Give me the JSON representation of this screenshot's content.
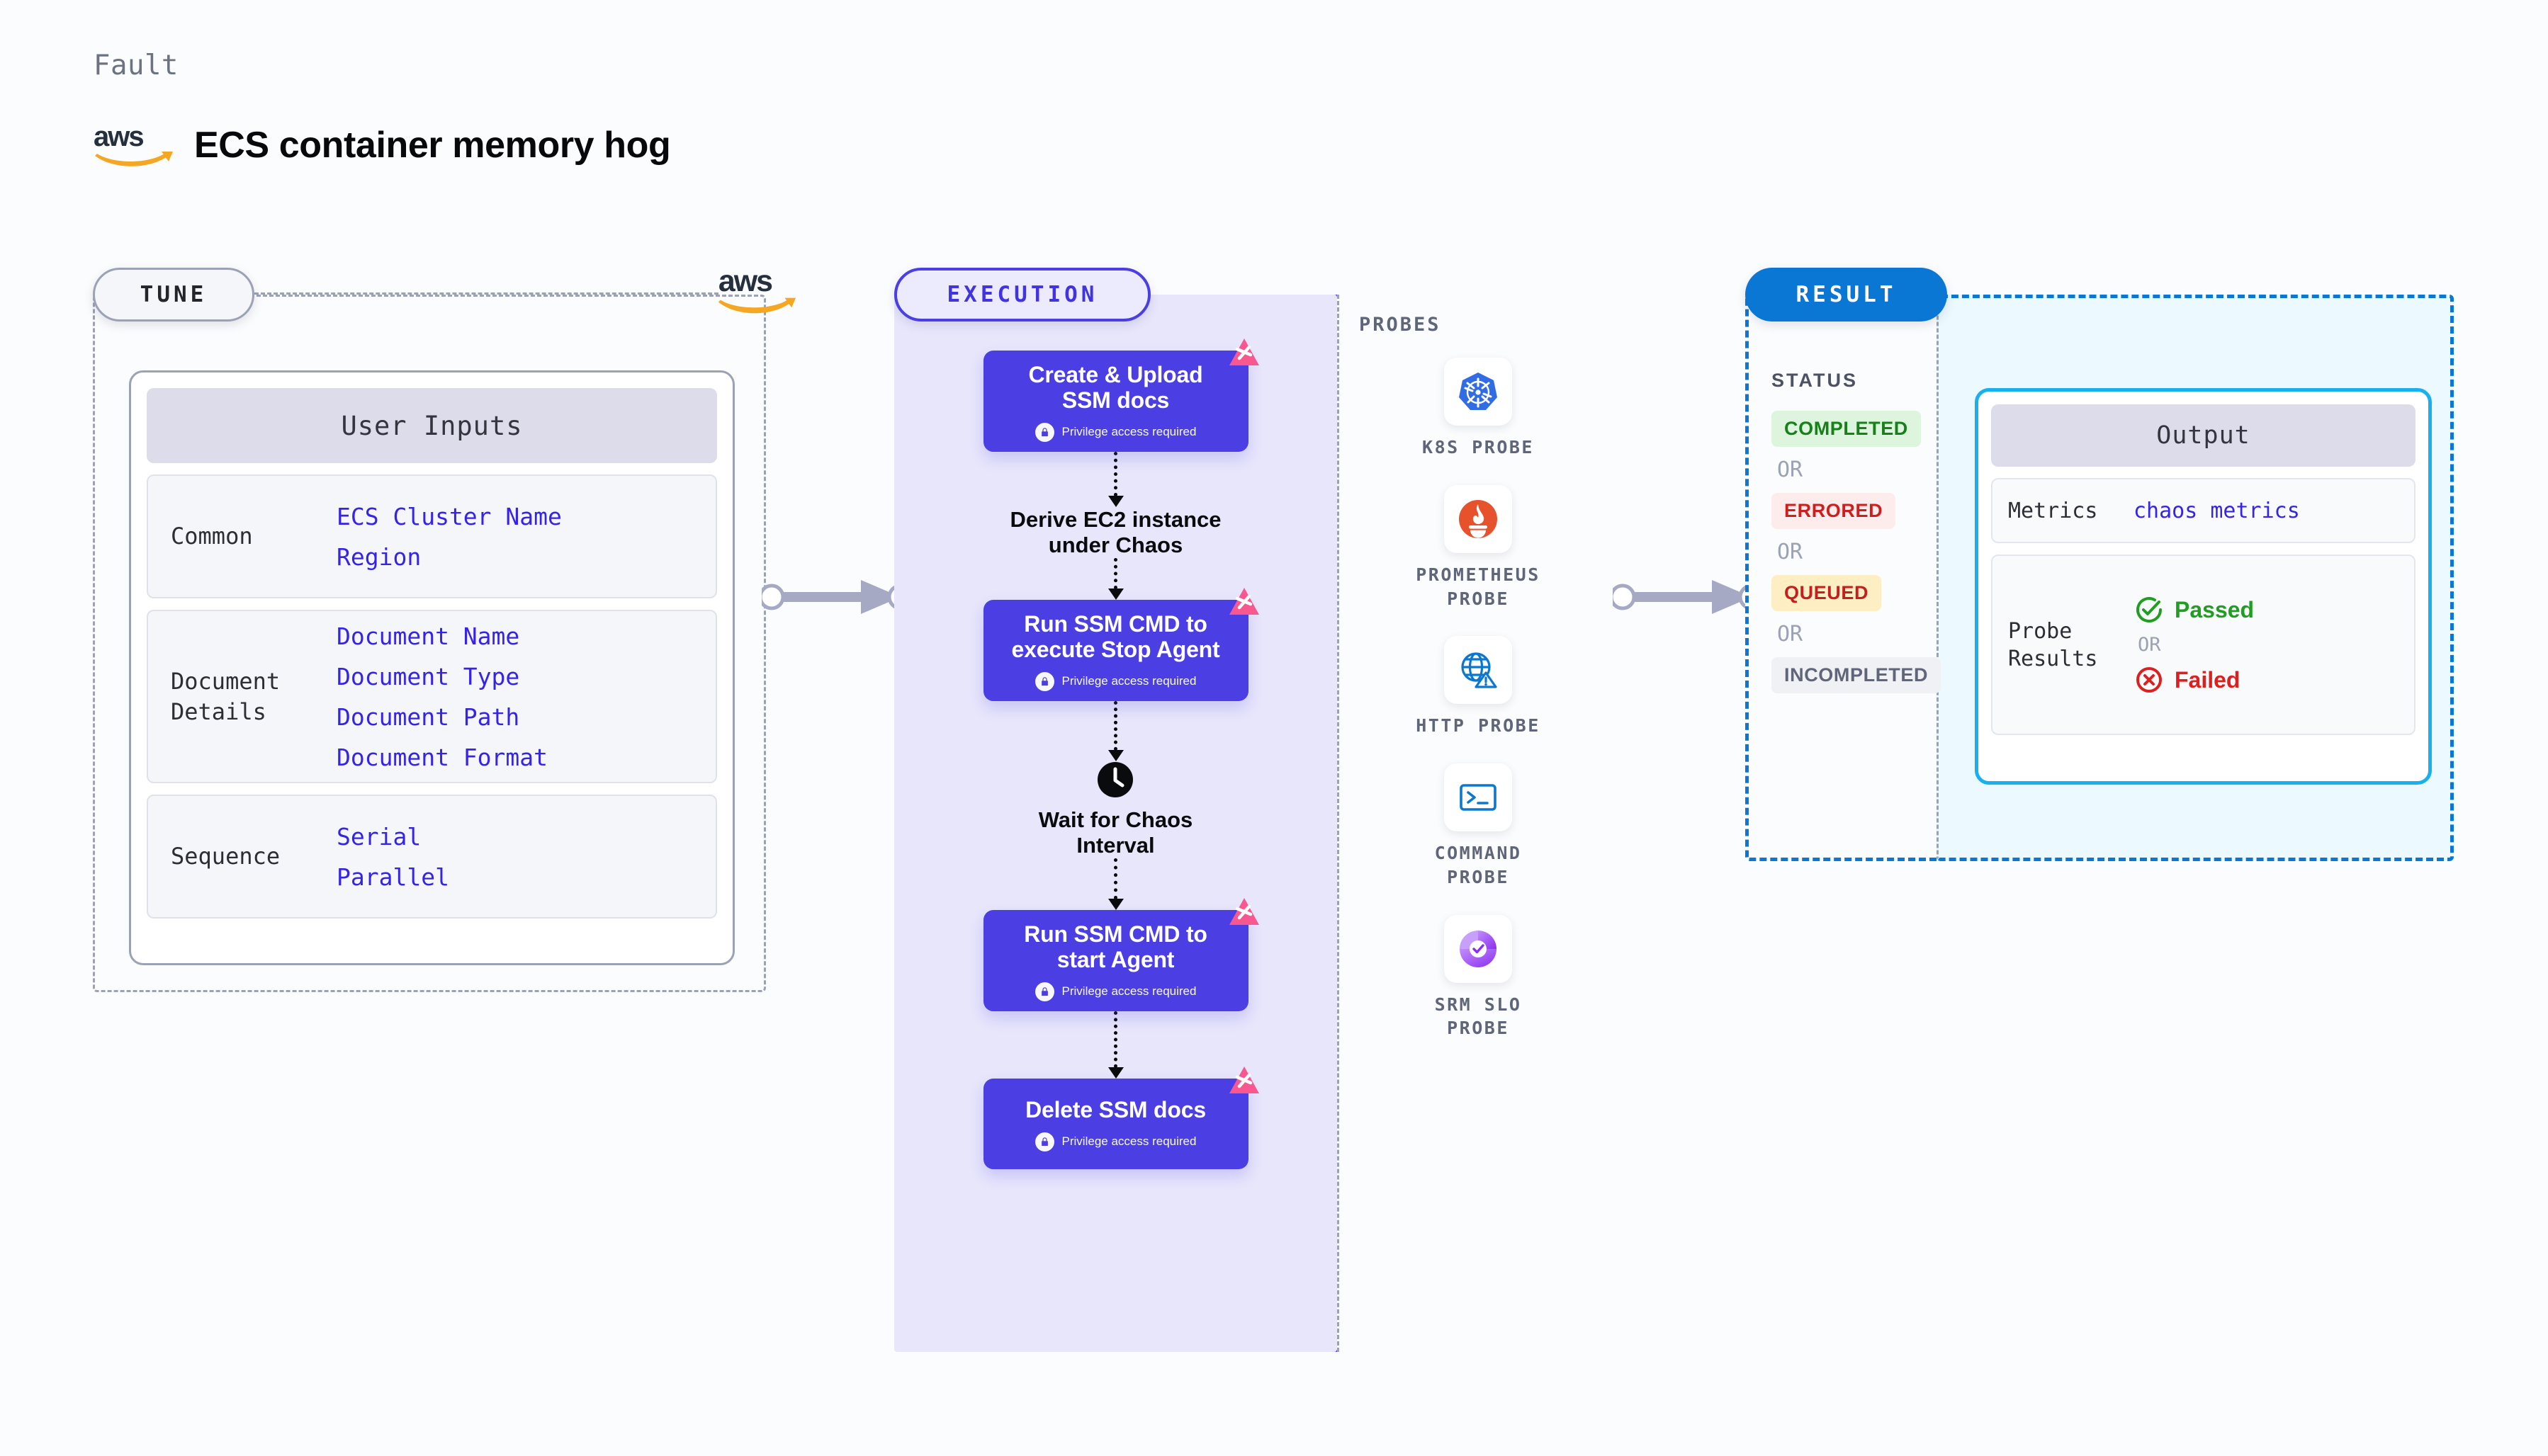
{
  "header": {
    "kicker": "Fault",
    "title": "ECS container memory hog",
    "logo_icon": "aws-logo"
  },
  "tune": {
    "pill_label": "TUNE",
    "aws_icon": "aws-logo",
    "card": {
      "header": "User Inputs",
      "rows": [
        {
          "label": "Common",
          "values": [
            "ECS Cluster Name",
            "Region"
          ]
        },
        {
          "label": "Document\nDetails",
          "values": [
            "Document Name",
            "Document Type",
            "Document Path",
            "Document Format"
          ]
        },
        {
          "label": "Sequence",
          "values": [
            "Serial",
            "Parallel"
          ]
        }
      ]
    }
  },
  "execution": {
    "pill_label": "EXECUTION",
    "privilege_text": "Privilege access required",
    "lock_icon": "lock-icon",
    "litmus_icon": "litmus-badge-icon",
    "clock_icon": "clock-icon",
    "nodes": [
      {
        "type": "task",
        "title": "Create & Upload\nSSM docs"
      },
      {
        "type": "plain",
        "title": "Derive EC2 instance\nunder Chaos"
      },
      {
        "type": "task",
        "title": "Run SSM CMD to\nexecute Stop Agent"
      },
      {
        "type": "wait",
        "title": "Wait for Chaos\nInterval"
      },
      {
        "type": "task",
        "title": "Run SSM CMD to\nstart Agent"
      },
      {
        "type": "task",
        "title": "Delete SSM docs"
      }
    ]
  },
  "probes": {
    "section_label": "PROBES",
    "items": [
      {
        "name": "K8S PROBE",
        "icon": "kubernetes-icon"
      },
      {
        "name": "PROMETHEUS\nPROBE",
        "icon": "prometheus-icon"
      },
      {
        "name": "HTTP PROBE",
        "icon": "http-globe-icon"
      },
      {
        "name": "COMMAND\nPROBE",
        "icon": "terminal-icon"
      },
      {
        "name": "SRM SLO\nPROBE",
        "icon": "srm-slo-icon"
      }
    ]
  },
  "result": {
    "pill_label": "RESULT",
    "status_label": "STATUS",
    "or_label": "OR",
    "statuses": [
      {
        "label": "COMPLETED",
        "style": "st-completed"
      },
      {
        "label": "ERRORED",
        "style": "st-errored"
      },
      {
        "label": "QUEUED",
        "style": "st-queued"
      },
      {
        "label": "INCOMPLETED",
        "style": "st-incomplete"
      }
    ],
    "output": {
      "header": "Output",
      "metrics_label": "Metrics",
      "metrics_value": "chaos metrics",
      "probe_results_label": "Probe\nResults",
      "passed_label": "Passed",
      "failed_label": "Failed",
      "or_label": "OR",
      "pass_icon": "check-circle-icon",
      "fail_icon": "x-circle-icon"
    }
  },
  "colors": {
    "indigo": "#4b3fe4",
    "value_blue": "#3524e8",
    "result_blue": "#0a77d5",
    "cyan": "#18b0ef",
    "pink": "#f9578f",
    "aws_orange": "#f5a623",
    "green": "#1f9e22",
    "red": "#dc2020"
  }
}
